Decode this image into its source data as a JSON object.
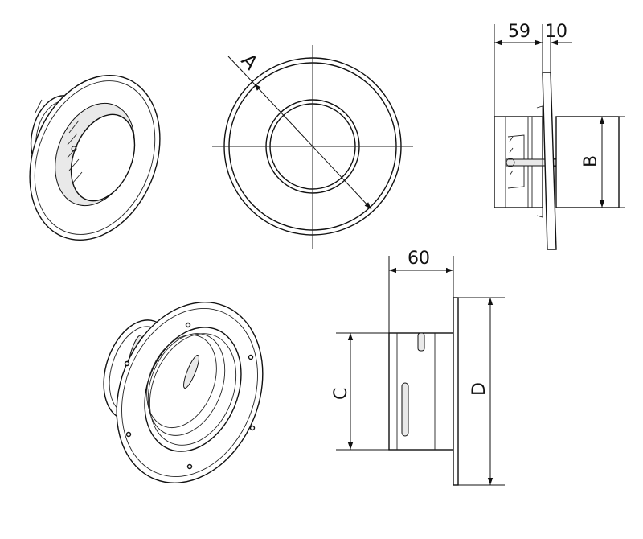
{
  "dimensions": {
    "a": "A",
    "b": "B",
    "c": "C",
    "d": "D",
    "depth_top": "59",
    "flange_thickness": "10",
    "depth_bottom": "60"
  }
}
